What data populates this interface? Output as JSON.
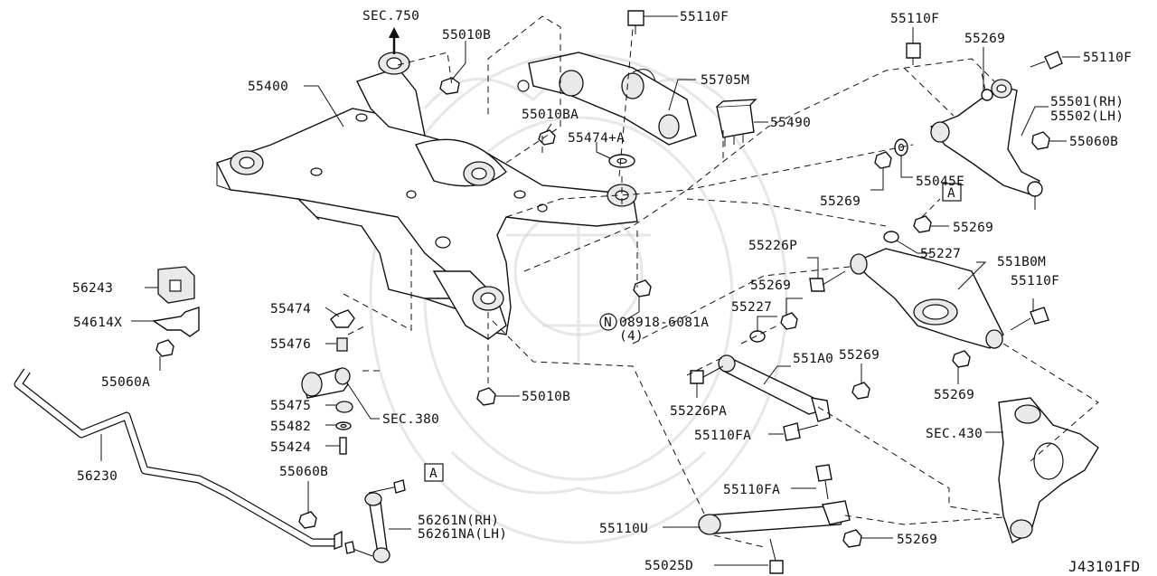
{
  "diagram": {
    "ref_code": "J43101FD",
    "labels": {
      "sec750": "SEC.750",
      "p55110F_top": "55110F",
      "p55010B_top": "55010B",
      "p55400": "55400",
      "p55705M": "55705M",
      "p55010BA": "55010BA",
      "p55474A": "55474+A",
      "p55490": "55490",
      "p55110F_rt1": "55110F",
      "p55269_rt1": "55269",
      "p55110F_rt2": "55110F",
      "p55501": "55501(RH)",
      "p55502": "55502(LH)",
      "p55060B": "55060B",
      "p55045E": "55045E",
      "p55269_rt2": "55269",
      "calloutA_top": "A",
      "p55269_rt3": "55269",
      "p55226P": "55226P",
      "p55227_a": "55227",
      "p551B0M": "551B0M",
      "p55269_mid": "55269",
      "p55110F_rt3": "55110F",
      "p55227_b": "55227",
      "n_symbol": "N",
      "p08918": "08918-6081A",
      "p08918_qty": "(4)",
      "p56243": "56243",
      "p55474": "55474",
      "p54614X": "54614X",
      "p55476": "55476",
      "p55060A": "55060A",
      "p551A0": "551A0",
      "p55269_rod": "55269",
      "p55226PA": "55226PA",
      "p55269_r4": "55269",
      "p55010B_bot": "55010B",
      "p55475": "55475",
      "sec380": "SEC.380",
      "p55482": "55482",
      "p55424": "55424",
      "p55110FA_a": "55110FA",
      "sec430": "SEC.430",
      "p56230": "56230",
      "p55060B_bot": "55060B",
      "calloutA_bot": "A",
      "p56261N": "56261N(RH)",
      "p56261NA": "56261NA(LH)",
      "p55110FA_b": "55110FA",
      "p55110U": "55110U",
      "p55269_bot": "55269",
      "p55025D": "55025D"
    }
  }
}
